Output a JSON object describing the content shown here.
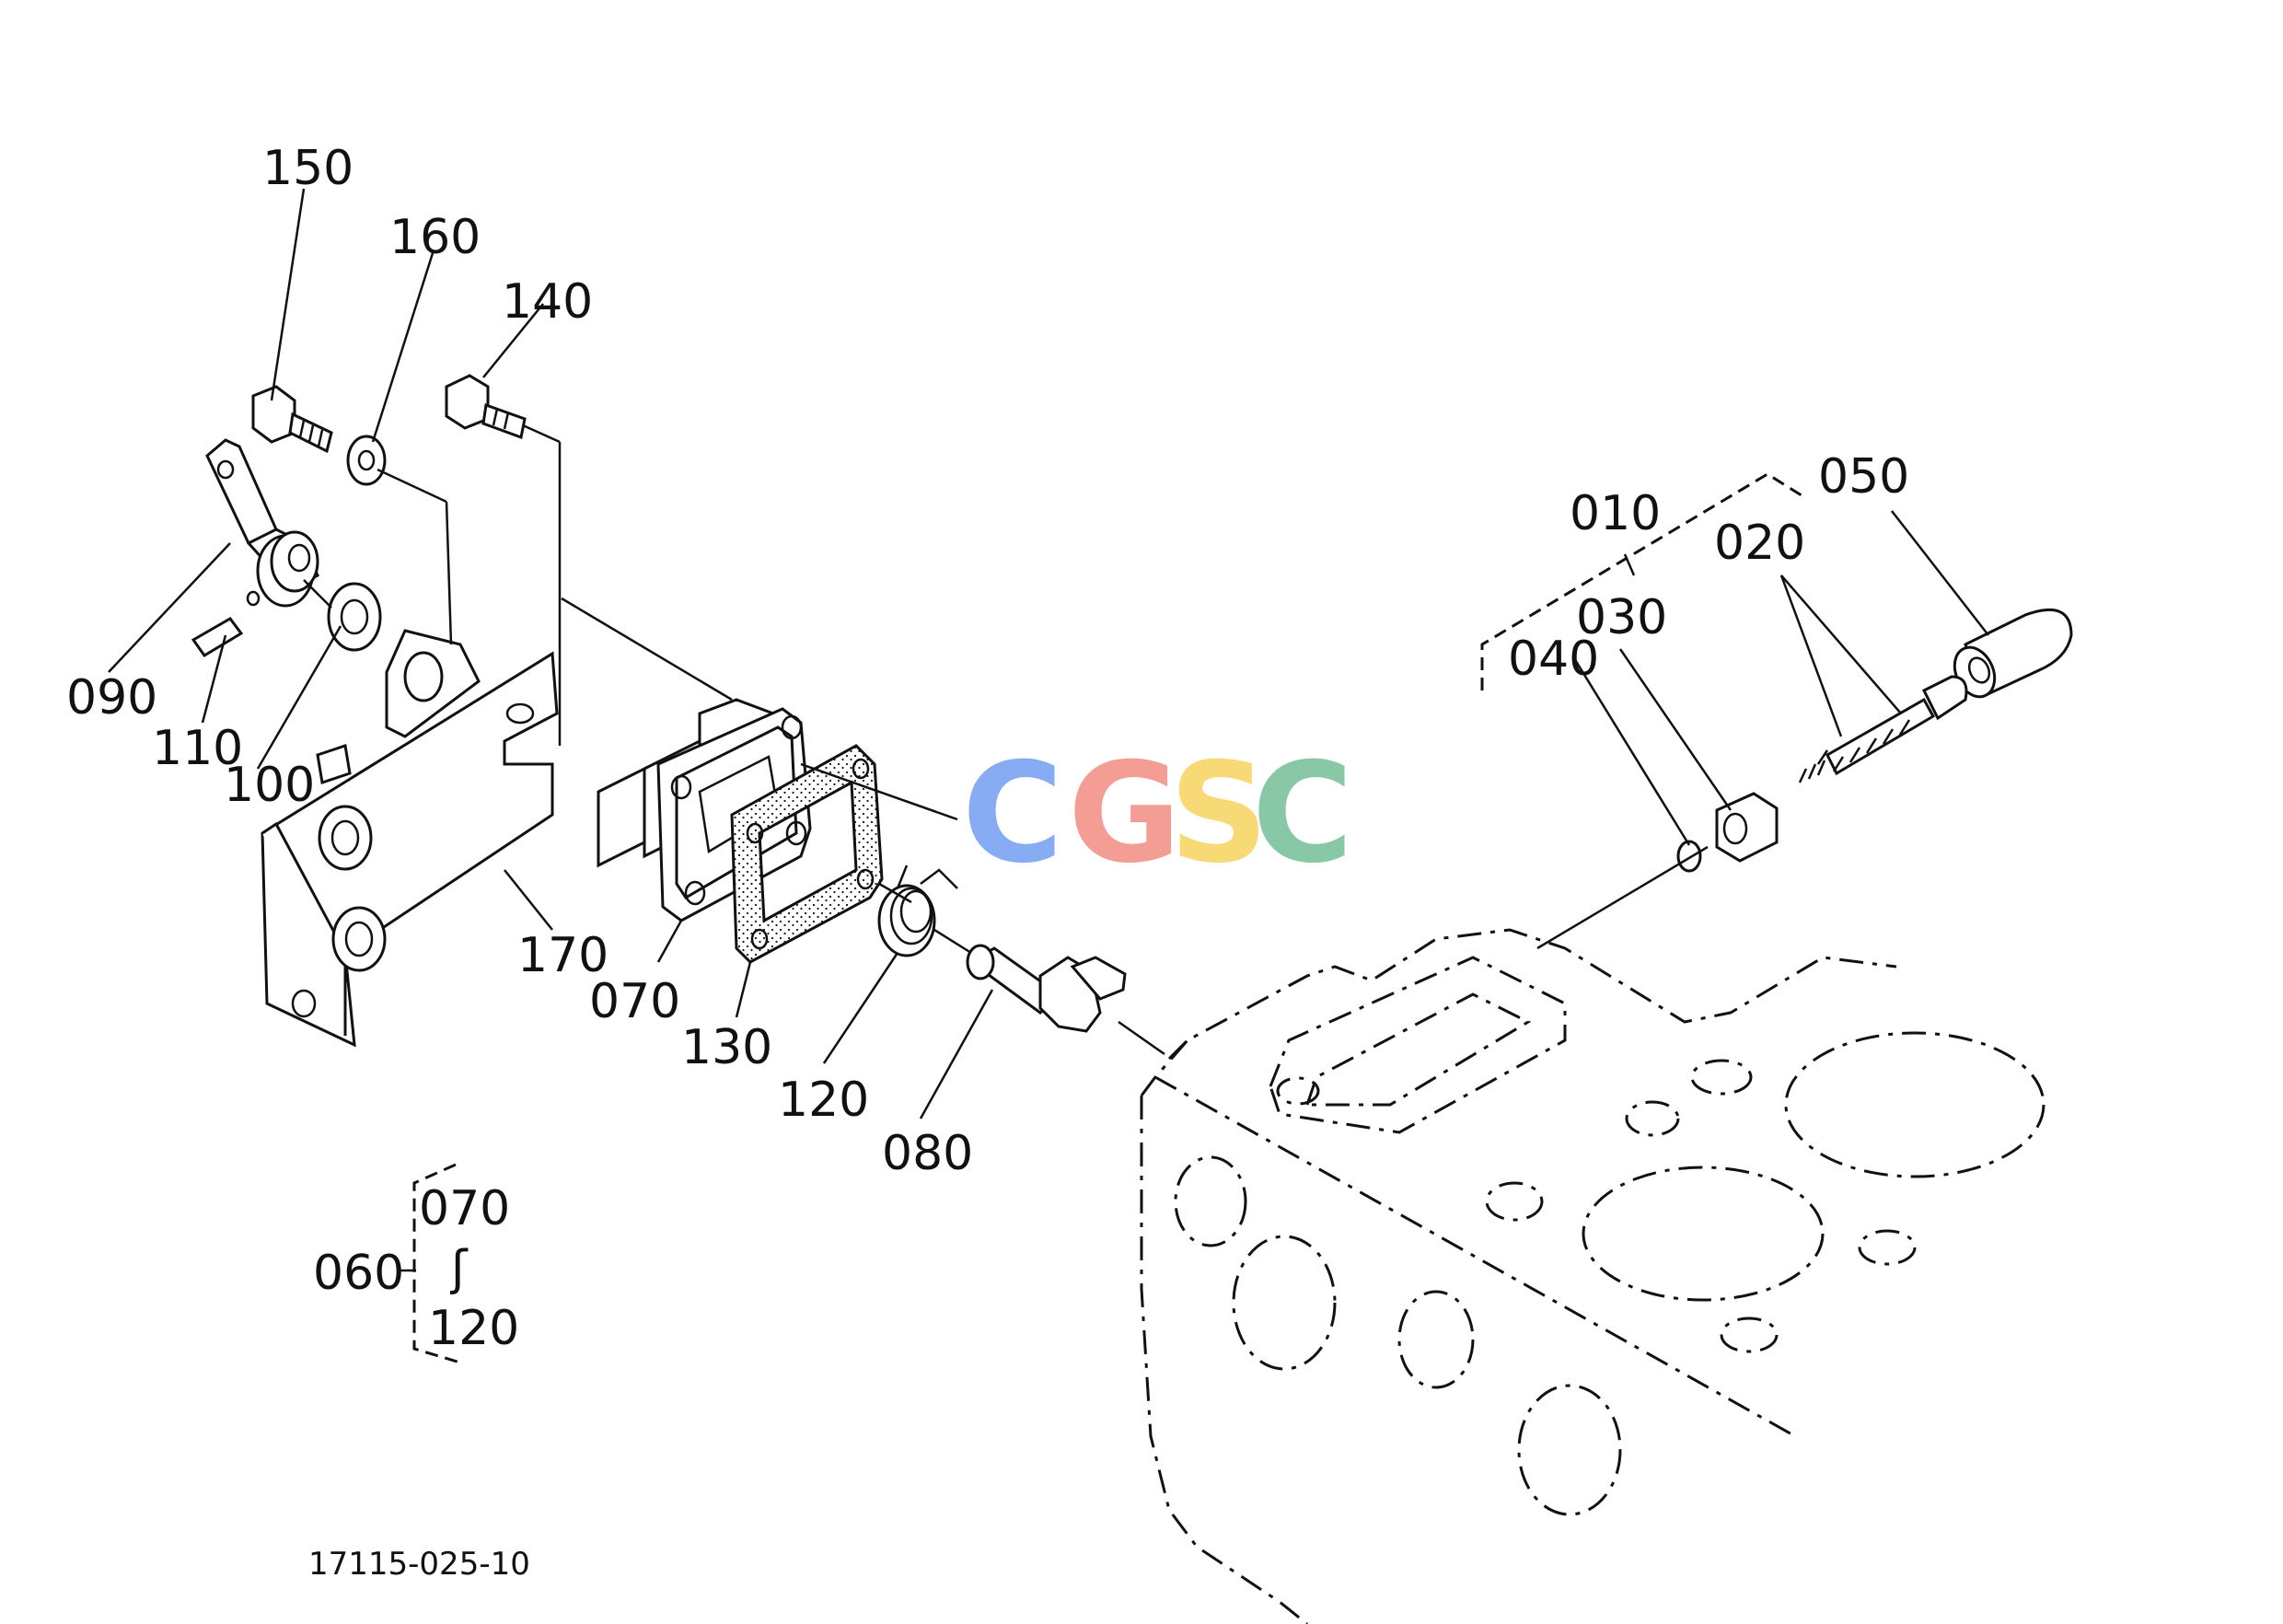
{
  "drawing_number": "17115-025-10",
  "watermark": {
    "letters": [
      "C",
      "G",
      "S",
      "C"
    ],
    "colors": [
      "#7ea6f2",
      "#f2958c",
      "#f7d76a",
      "#7ec4a0"
    ]
  },
  "parts": {
    "p010": "010",
    "p020": "020",
    "p030": "030",
    "p040": "040",
    "p050": "050",
    "p070": "070",
    "p080": "080",
    "p090": "090",
    "p100": "100",
    "p110": "110",
    "p120": "120",
    "p130": "130",
    "p140": "140",
    "p150": "150",
    "p160": "160",
    "p170": "170"
  },
  "assembly_group": {
    "label": "060",
    "from": "070",
    "range_symbol": "ʃ",
    "to": "120"
  }
}
